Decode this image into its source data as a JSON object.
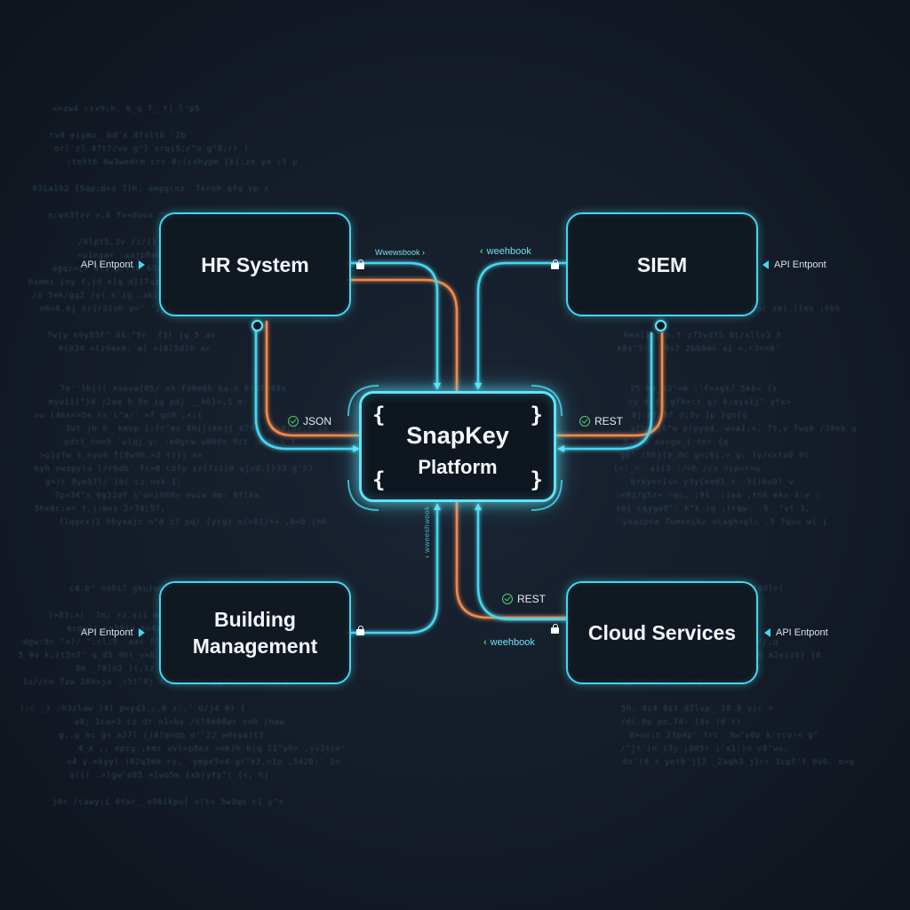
{
  "diagram": {
    "hub": {
      "line1": "SnapKey",
      "line2": "Platform"
    },
    "nodes": {
      "hr": {
        "label": "HR System"
      },
      "siem": {
        "label": "SIEM"
      },
      "building": {
        "label": "Building\nManagement"
      },
      "cloud": {
        "label": "Cloud Services"
      }
    },
    "endpoints": {
      "hr": "API Entpont",
      "siem": "API Entpont",
      "building": "API Entpont",
      "cloud": "API Entpont"
    },
    "protocols": {
      "hr_json": "JSON",
      "siem_rest": "REST",
      "cloud_rest": "REST"
    },
    "webhooks": {
      "top_left": "Wwewsbook",
      "top_right": "weehbook",
      "bottom_right": "weehbook"
    },
    "vertical_label": "wweeshwook"
  },
  "colors": {
    "cyan": "#46d6ee",
    "orange": "#f08a4b",
    "green": "#4fd36b",
    "background": "#131c29"
  }
}
